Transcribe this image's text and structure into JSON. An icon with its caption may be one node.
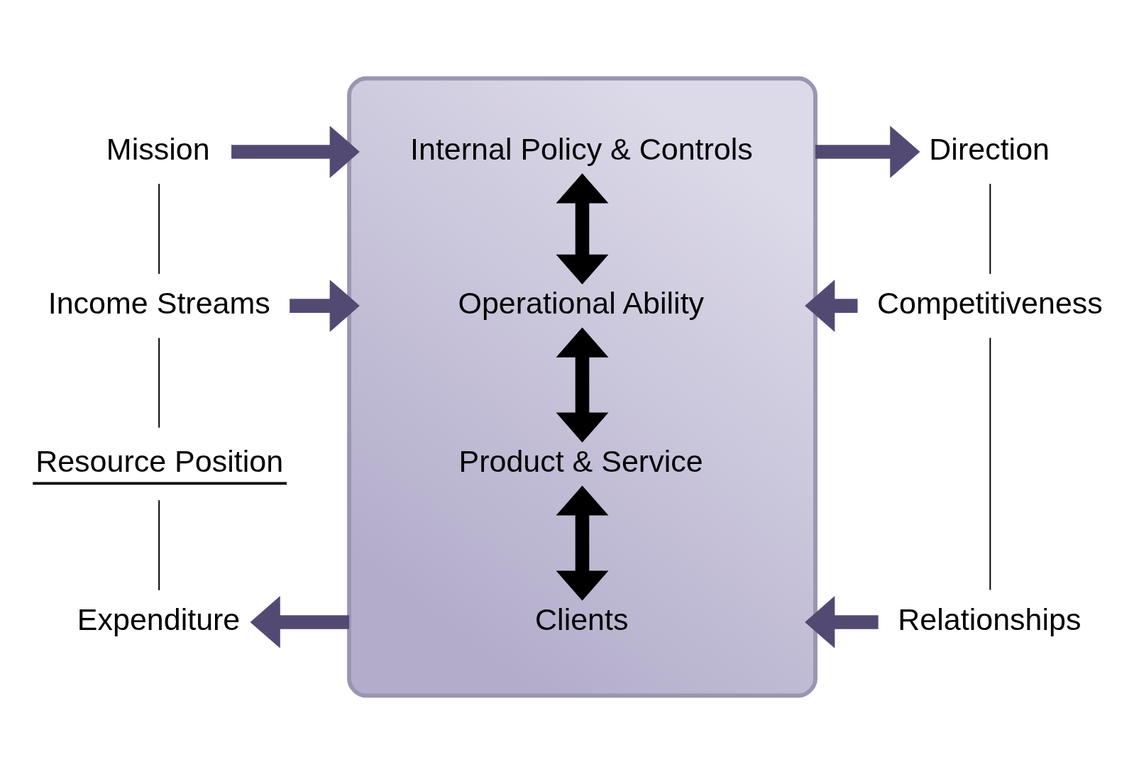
{
  "diagram": {
    "nodes": [
      {
        "text": [],
        "shape": "box"
      },
      {
        "text": [
          "Internal Policy & Controls"
        ],
        "in": 0
      },
      {
        "text": [
          "Operational Ability"
        ],
        "in": 0
      },
      {
        "text": [
          "Product & Service"
        ],
        "in": 0
      },
      {
        "text": [
          "Clients"
        ],
        "in": 0
      },
      {
        "text": [
          "Mission"
        ]
      },
      {
        "text": [
          "Income Streams"
        ]
      },
      {
        "text": [
          "Resource Position"
        ]
      },
      {
        "text": [
          "Expenditure"
        ]
      },
      {
        "text": [
          "Direction"
        ]
      },
      {
        "text": [
          "Competitiveness"
        ]
      },
      {
        "text": [
          "Relationships"
        ]
      }
    ],
    "edges": [
      {
        "from": 1,
        "to": 2,
        "arrow": "both"
      },
      {
        "from": 2,
        "to": 3,
        "arrow": "both"
      },
      {
        "from": 3,
        "to": 4,
        "arrow": "both"
      },
      {
        "from": 5,
        "to": 0,
        "arrow": "to",
        "color": "#524a72"
      },
      {
        "from": 6,
        "to": 0,
        "arrow": "to",
        "color": "#524a72"
      },
      {
        "from": 0,
        "to": 8,
        "arrow": "to",
        "color": "#524a72"
      },
      {
        "from": 0,
        "to": 9,
        "arrow": "to",
        "color": "#524a72"
      },
      {
        "from": 10,
        "to": 0,
        "arrow": "to",
        "color": "#524a72"
      },
      {
        "from": 11,
        "to": 0,
        "arrow": "to",
        "color": "#524a72"
      },
      {
        "from": 5,
        "to": 6,
        "arrow": "none"
      },
      {
        "from": 6,
        "to": 7,
        "arrow": "none"
      },
      {
        "from": 7,
        "to": 8,
        "arrow": "none"
      },
      {
        "from": 9,
        "to": 10,
        "arrow": "none"
      },
      {
        "from": 10,
        "to": 11,
        "arrow": "none"
      }
    ]
  }
}
